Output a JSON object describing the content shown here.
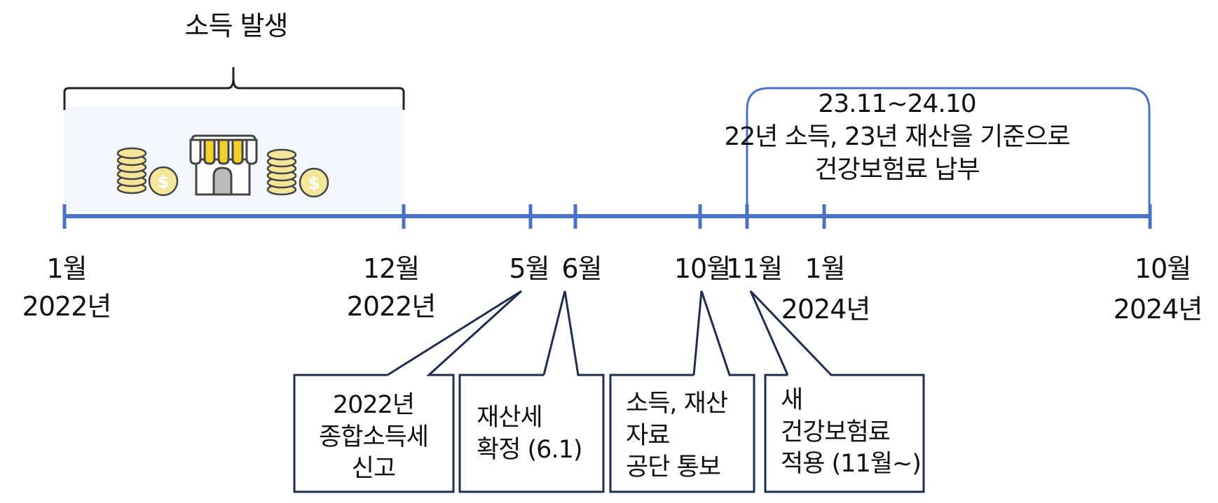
{
  "income_title": "소득 발생",
  "period": {
    "range": "23.11~24.10",
    "line1": "22년 소득, 23년 재산을 기준으로",
    "line2": "건강보험료 납부"
  },
  "ticks": [
    {
      "month": "1월",
      "year": "2022년"
    },
    {
      "month": "12월",
      "year": "2022년"
    },
    {
      "month": "5월",
      "year": ""
    },
    {
      "month": "6월",
      "year": ""
    },
    {
      "month": "10월",
      "year": ""
    },
    {
      "month": "11월",
      "year": ""
    },
    {
      "month": "1월",
      "year": "2024년"
    },
    {
      "month": "10월",
      "year": "2024년"
    }
  ],
  "callouts": [
    {
      "lines": [
        "2022년",
        "종합소득세",
        "신고"
      ]
    },
    {
      "lines": [
        "재산세",
        "확정 (6.1)"
      ]
    },
    {
      "lines": [
        "소득, 재산",
        "자료",
        "공단 통보"
      ]
    },
    {
      "lines": [
        "새",
        "건강보험료",
        "적용 (11월~)"
      ]
    }
  ],
  "colors": {
    "timeline": "#4a72c4",
    "period_bracket": "#4a72c4",
    "income_bracket": "#222222",
    "callout_border": "#1f2d4e",
    "income_bg": "#f3f6fb",
    "coin": "#f3e59a",
    "awning": "#f2cf2a"
  },
  "icons": [
    "coin-stack-icon",
    "coin-icon",
    "store-icon"
  ]
}
